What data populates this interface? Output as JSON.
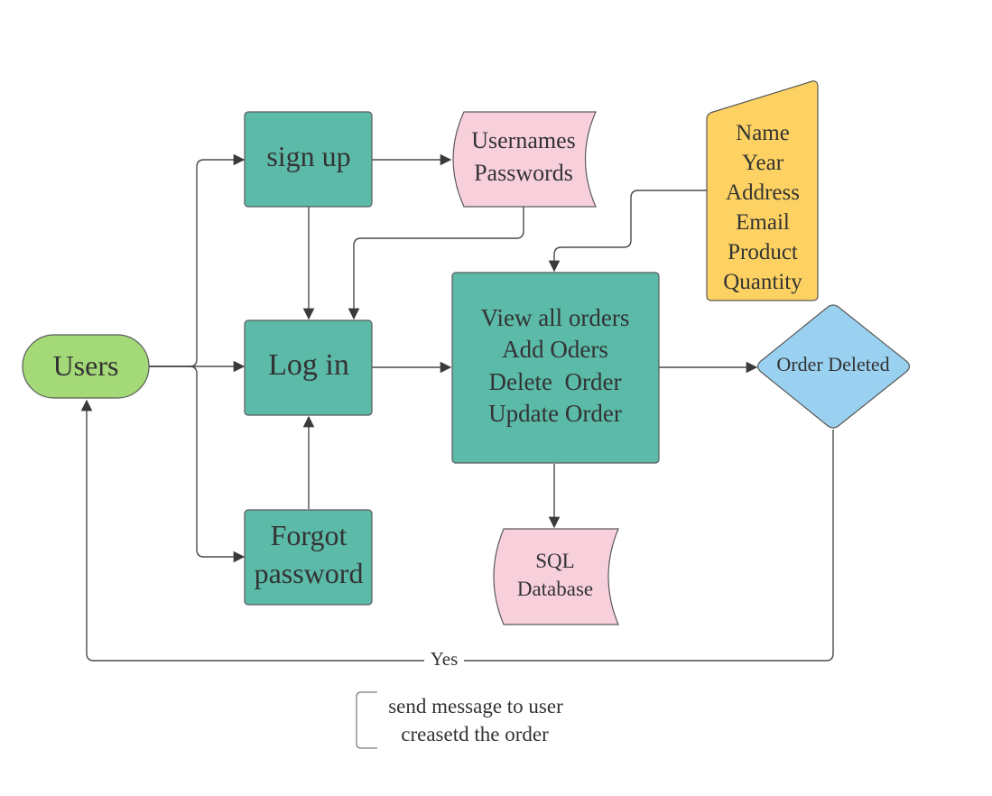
{
  "nodes": {
    "users": {
      "label": "Users"
    },
    "sign_up": {
      "label": "sign up"
    },
    "log_in": {
      "label": "Log in"
    },
    "forgot_password": {
      "lines": [
        "Forgot",
        "password"
      ]
    },
    "credentials_store": {
      "lines": [
        "Usernames",
        "Passwords"
      ]
    },
    "order_input": {
      "lines": [
        "Name",
        "Year",
        "Address",
        "Email",
        "Product",
        "Quantity"
      ]
    },
    "orders_process": {
      "lines": [
        "View all orders",
        "Add Oders",
        "Delete  Order",
        "Update Order"
      ]
    },
    "order_deleted": {
      "label": "Order Deleted"
    },
    "sql_database": {
      "lines": [
        "SQL",
        "Database"
      ]
    }
  },
  "edges": {
    "yes_label": "Yes"
  },
  "annotation": {
    "lines": [
      "send message to user",
      "creasetd the order"
    ]
  },
  "colors": {
    "users": "#a3d977",
    "process": "#5bbaa8",
    "store": "#f8d0dc",
    "input": "#fdd262",
    "decision": "#9ad1f0",
    "line": "#4a4a4a",
    "text": "#333333"
  }
}
